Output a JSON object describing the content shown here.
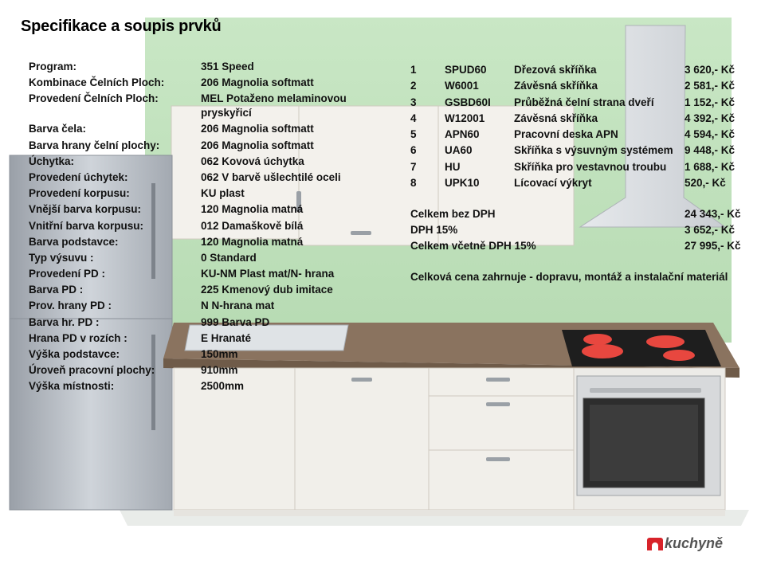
{
  "title": "Specifikace a soupis prvků",
  "specification": [
    {
      "label": "Program:",
      "value": "351 Speed"
    },
    {
      "label": "Kombinace Čelních Ploch:",
      "value": "206 Magnolia softmatt"
    },
    {
      "label": "Provedení Čelních Ploch:",
      "value": "MEL Potaženo melaminovou pryskyřicí"
    },
    {
      "label": "Barva čela:",
      "value": "206 Magnolia softmatt"
    },
    {
      "label": "Barva hrany čelní plochy:",
      "value": "206 Magnolia softmatt"
    },
    {
      "label": "Úchytka:",
      "value": "062 Kovová úchytka"
    },
    {
      "label": "Provedení úchytek:",
      "value": "062 V barvě ušlechtilé oceli"
    },
    {
      "label": "Provedení korpusu:",
      "value": "KU plast"
    },
    {
      "label": "Vnější barva korpusu:",
      "value": "120 Magnolia matná"
    },
    {
      "label": "Vnitřní barva korpusu:",
      "value": "012 Damaškově bílá"
    },
    {
      "label": "Barva podstavce:",
      "value": "120 Magnolia matná"
    },
    {
      "label": "Typ výsuvu :",
      "value": "0 Standard"
    },
    {
      "label": "Provedení PD :",
      "value": "KU-NM Plast mat/N- hrana"
    },
    {
      "label": "Barva PD :",
      "value": "225 Kmenový dub imitace"
    },
    {
      "label": "Prov. hrany PD :",
      "value": "N N-hrana mat"
    },
    {
      "label": "Barva hr. PD :",
      "value": "999 Barva PD"
    },
    {
      "label": "Hrana PD v rozích :",
      "value": "E Hranaté"
    },
    {
      "label": "Výška podstavce:",
      "value": "150mm"
    },
    {
      "label": "Úroveň pracovní plochy:",
      "value": "910mm"
    },
    {
      "label": "Výška místnosti:",
      "value": "2500mm"
    }
  ],
  "items": [
    {
      "no": "1",
      "code": "SPUD60",
      "description": "Dřezová skříňka",
      "price": "3 620,- Kč"
    },
    {
      "no": "2",
      "code": "W6001",
      "description": "Závěsná skříňka",
      "price": "2 581,- Kč"
    },
    {
      "no": "3",
      "code": "GSBD60I",
      "description": "Průběžná čelní strana dveří",
      "price": "1 152,- Kč"
    },
    {
      "no": "4",
      "code": "W12001",
      "description": "Závěsná skříňka",
      "price": "4 392,- Kč"
    },
    {
      "no": "5",
      "code": "APN60",
      "description": "Pracovní deska APN",
      "price": "4 594,- Kč"
    },
    {
      "no": "6",
      "code": "UA60",
      "description": "Skříňka s výsuvným systémem",
      "price": "9 448,- Kč"
    },
    {
      "no": "7",
      "code": "HU",
      "description": "Skříňka pro vestavnou troubu",
      "price": "1 688,- Kč"
    },
    {
      "no": "8",
      "code": "UPK10",
      "description": "Lícovací výkryt",
      "price": "520,- Kč"
    }
  ],
  "totals": [
    {
      "label": "Celkem bez DPH",
      "value": "24 343,- Kč"
    },
    {
      "label": "DPH 15%",
      "value": "3 652,- Kč"
    },
    {
      "label": "Celkem včetně DPH 15%",
      "value": "27 995,- Kč"
    }
  ],
  "note": "Celková cena zahrnuje - dopravu, montáž a instalační materiál",
  "logo": {
    "text": "kuchyně",
    "mark_color": "#d8232a"
  },
  "colors": {
    "wall": "#c8e6c4",
    "cabinet": "#f1efea",
    "worktop": "#8a735f",
    "hob_ring": "#e8473f",
    "fridge": "#b9bec6"
  }
}
